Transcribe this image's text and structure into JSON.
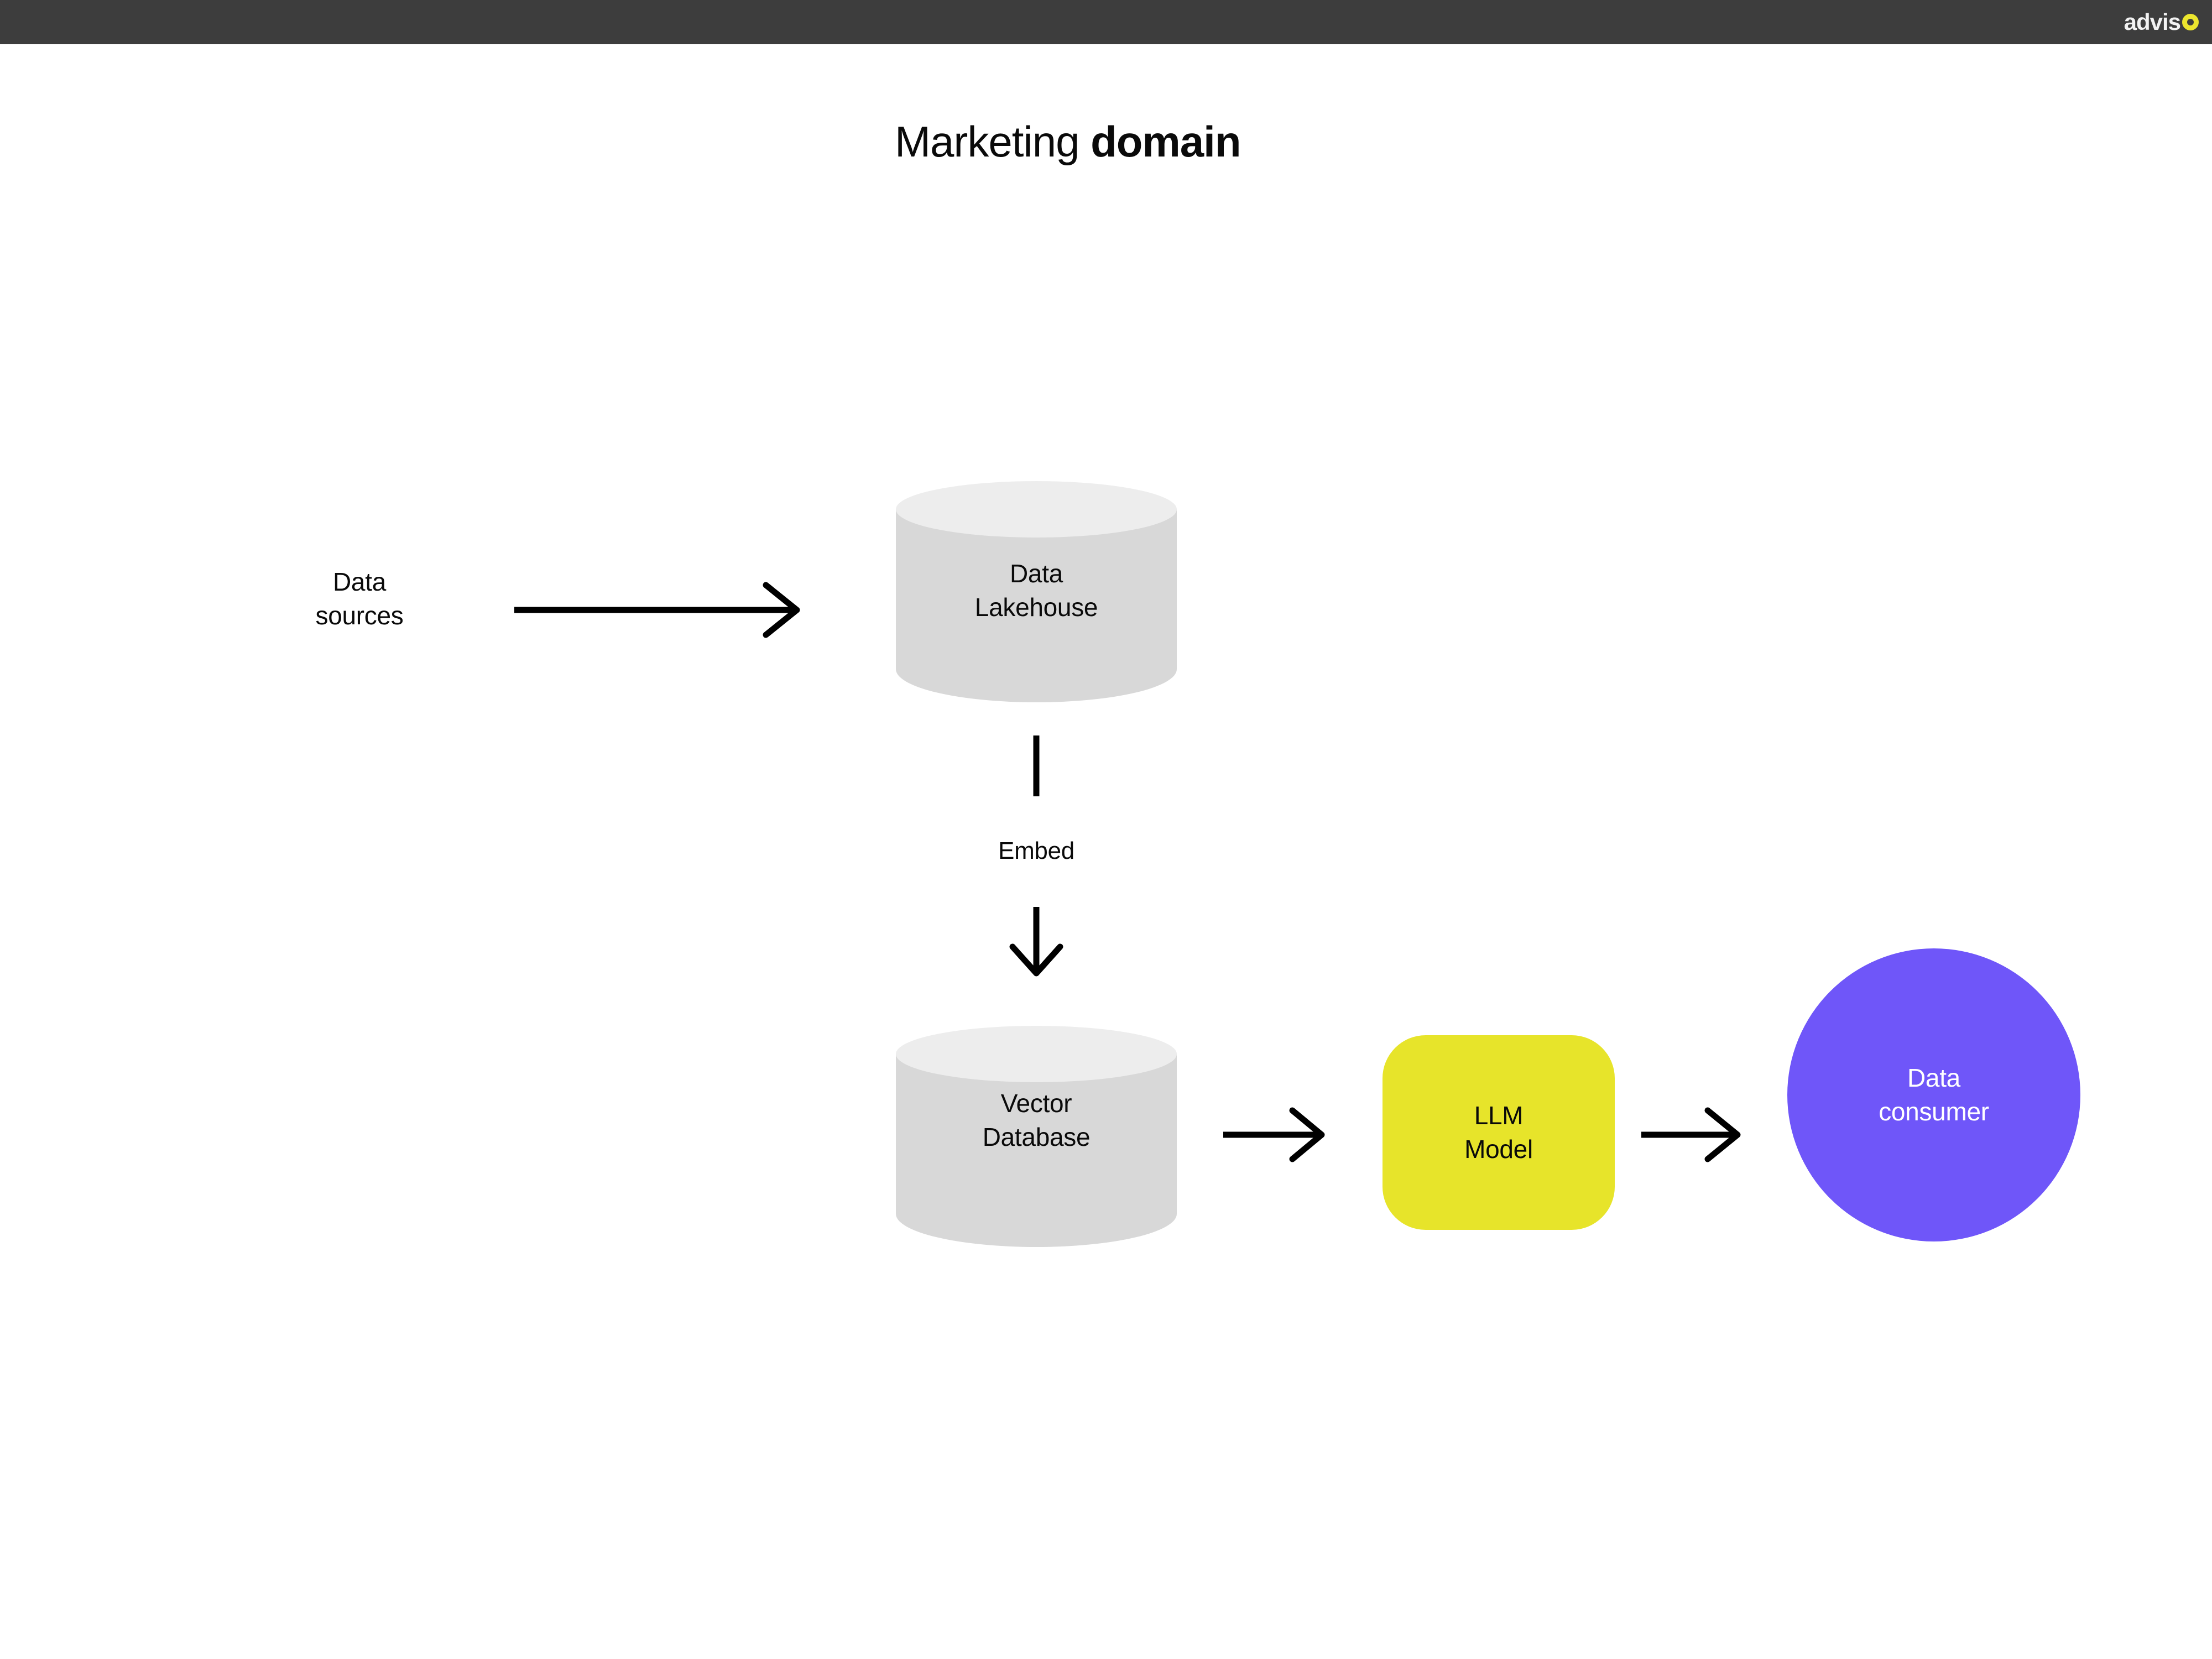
{
  "header": {
    "background_color": "#3d3d3d",
    "logo": {
      "name": "adviso",
      "word": "advis",
      "accent_letter": "o",
      "word_color": "#f2f2f2",
      "accent_color": "#ece62e"
    }
  },
  "slide": {
    "title_regular": "Marketing ",
    "title_bold": "domain",
    "background_color": "#ffffff"
  },
  "diagram": {
    "type": "flow",
    "nodes": [
      {
        "id": "data-sources",
        "label": "Data\nsources",
        "shape": "text",
        "fill": "none",
        "text_color": "#0a0a0a"
      },
      {
        "id": "data-lakehouse",
        "label": "Data\nLakehouse",
        "shape": "cylinder",
        "fill": "#d8d8d8",
        "top_fill": "#ededed",
        "text_color": "#0a0a0a"
      },
      {
        "id": "vector-database",
        "label": "Vector\nDatabase",
        "shape": "cylinder",
        "fill": "#d8d8d8",
        "top_fill": "#ededed",
        "text_color": "#0a0a0a"
      },
      {
        "id": "llm-model",
        "label": "LLM\nModel",
        "shape": "rounded-rect",
        "fill": "#e7e42a",
        "text_color": "#0a0a0a"
      },
      {
        "id": "data-consumer",
        "label": "Data\nconsumer",
        "shape": "circle",
        "fill": "#6f56f9",
        "text_color": "#ffffff"
      }
    ],
    "edges": [
      {
        "id": "sources-to-lakehouse",
        "from": "data-sources",
        "to": "data-lakehouse",
        "label": "",
        "direction": "right"
      },
      {
        "id": "lakehouse-to-vectordb",
        "from": "data-lakehouse",
        "to": "vector-database",
        "label": "Embed",
        "direction": "down"
      },
      {
        "id": "vectordb-to-llm",
        "from": "vector-database",
        "to": "llm-model",
        "label": "",
        "direction": "right"
      },
      {
        "id": "llm-to-consumer",
        "from": "llm-model",
        "to": "data-consumer",
        "label": "",
        "direction": "right"
      }
    ],
    "edge_color": "#000000"
  }
}
